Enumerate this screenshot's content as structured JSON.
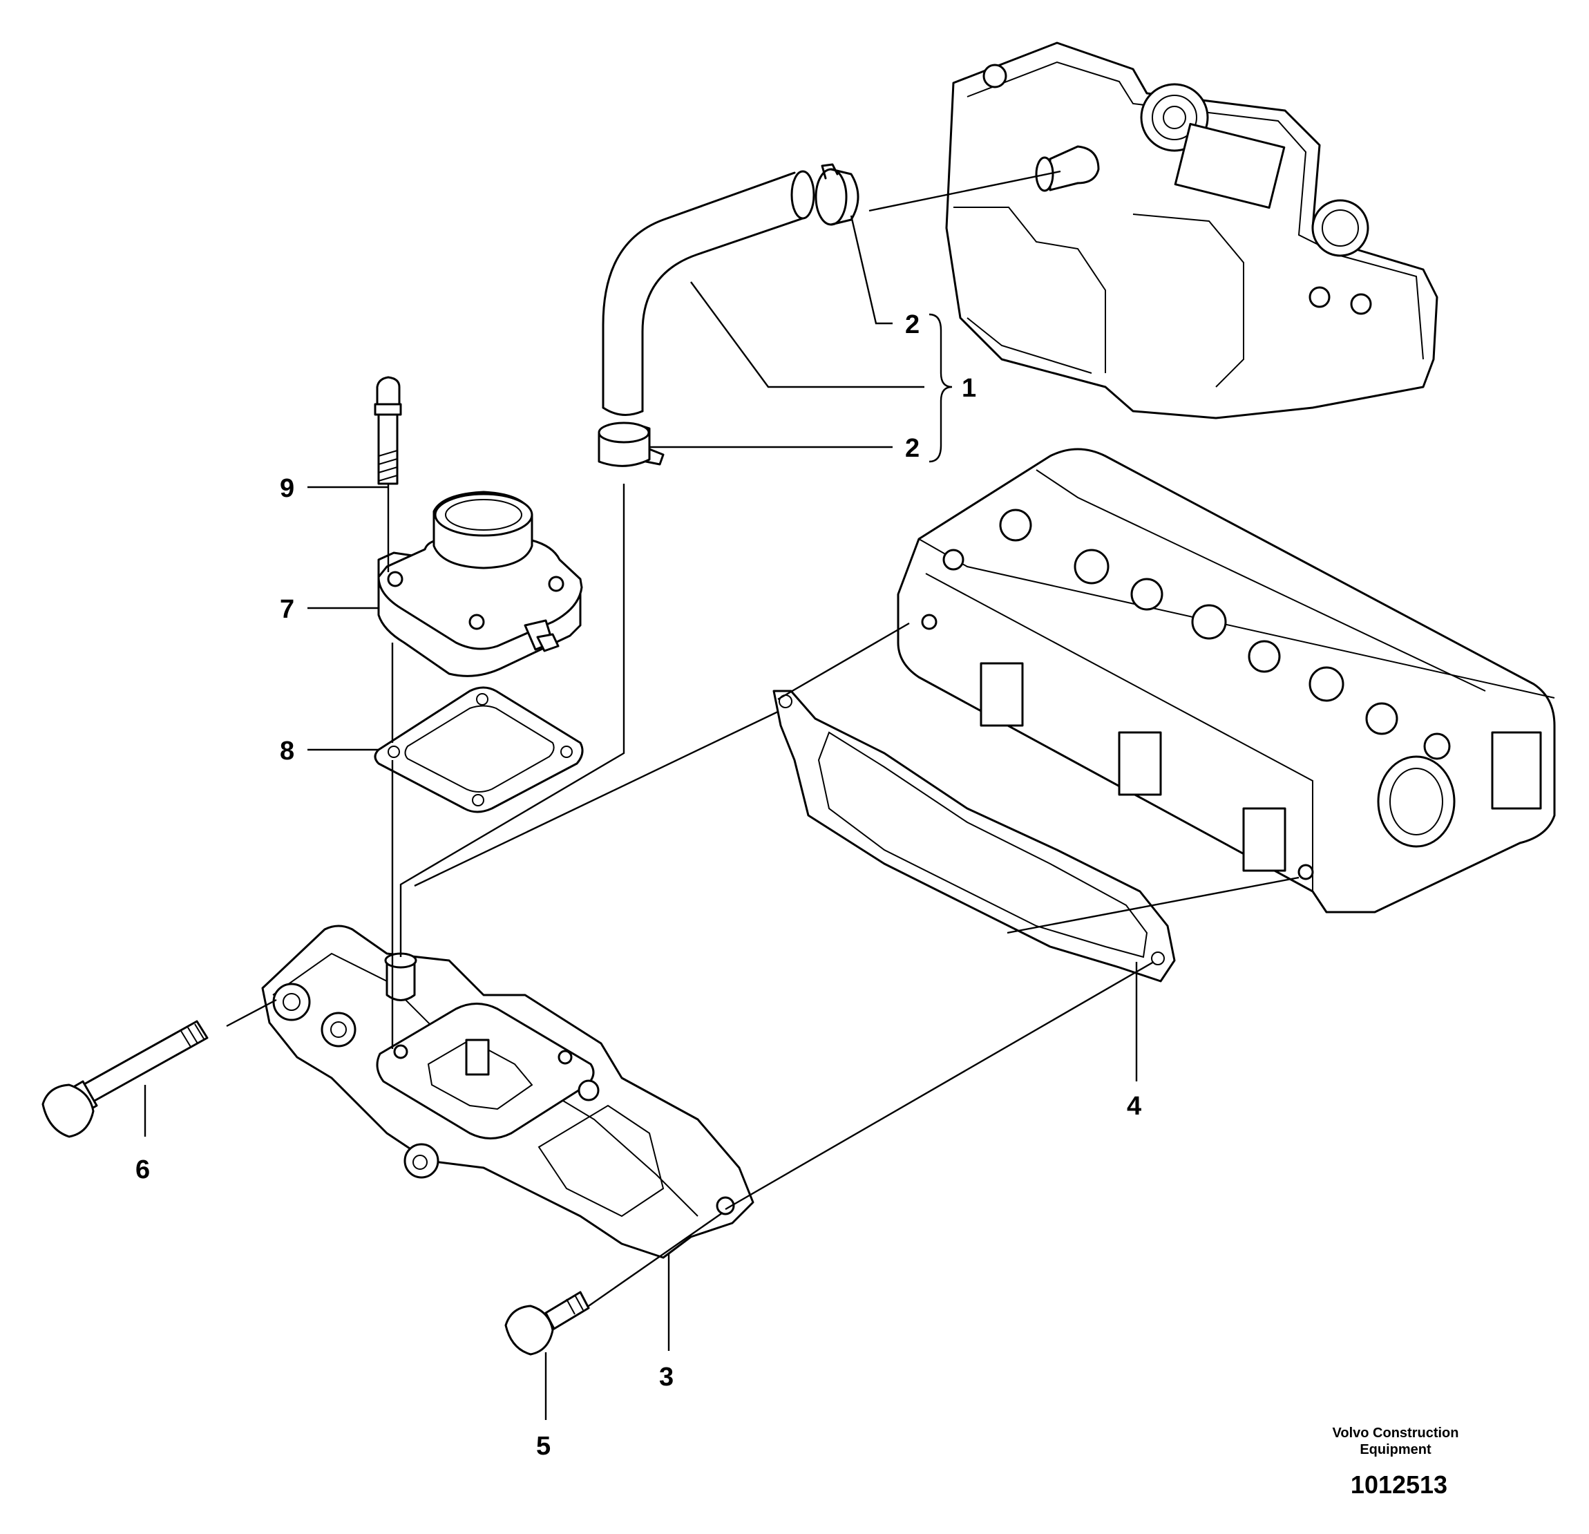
{
  "callouts": {
    "c1": "1",
    "c2a": "2",
    "c2b": "2",
    "c3": "3",
    "c4": "4",
    "c5": "5",
    "c6": "6",
    "c7": "7",
    "c8": "8",
    "c9": "9"
  },
  "credit": {
    "line1": "Volvo Construction",
    "line2": "Equipment"
  },
  "figure_number": "1012513"
}
